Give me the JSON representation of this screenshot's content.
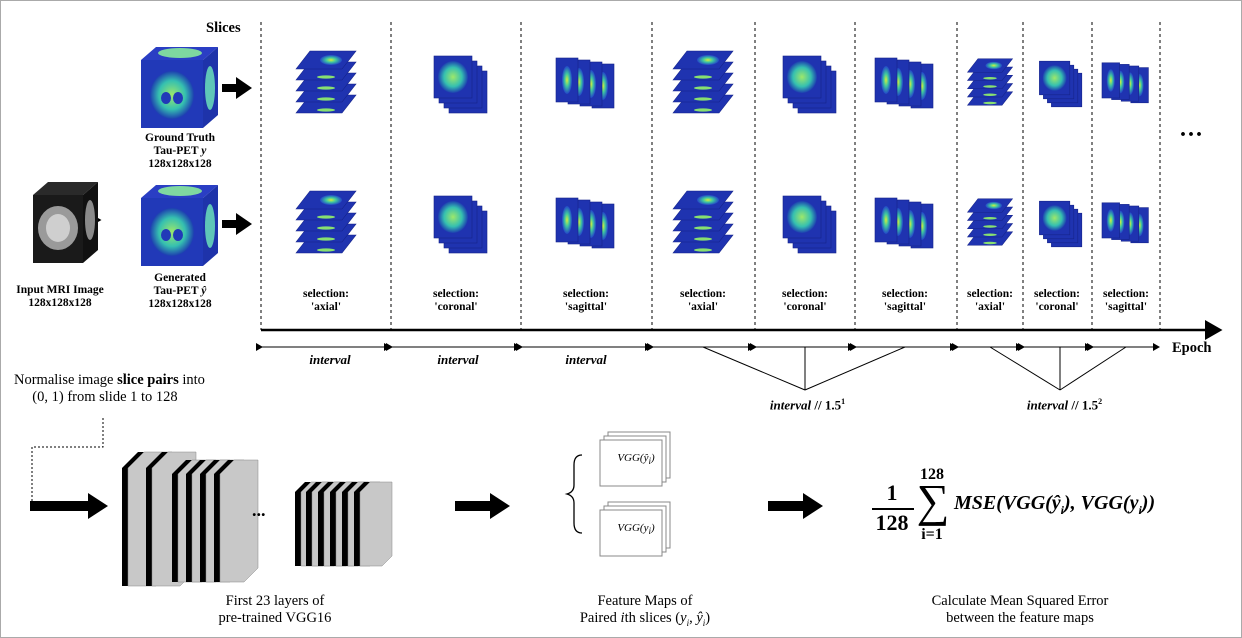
{
  "title_slices": "Slices",
  "ellipsis": "...",
  "ellipsis_layers": "...",
  "gt": {
    "line1": "Ground Truth",
    "line2": "Tau-PET",
    "var": "y",
    "size": "128x128x128"
  },
  "gen": {
    "line1": "Generated",
    "line2": "Tau-PET",
    "var": "ŷ",
    "size": "128x128x128"
  },
  "input": {
    "line1": "Input MRI Image",
    "size": "128x128x128"
  },
  "selection_label": "selection:",
  "selections": [
    "'axial'",
    "'coronal'",
    "'sagittal'",
    "'axial'",
    "'coronal'",
    "'sagittal'",
    "'axial'",
    "'coronal'",
    "'sagittal'"
  ],
  "interval_label": "interval",
  "interval_div1": "interval",
  "interval_div1_suffix": "// 1.5",
  "interval_div1_exp": "1",
  "interval_div2": "interval",
  "interval_div2_suffix": "// 1.5",
  "interval_div2_exp": "2",
  "epoch": "Epoch",
  "normalise": {
    "pre": "Normalise image ",
    "bold": "slice pairs",
    "post": " into",
    "line2": "(0, 1) from slide 1 to 128"
  },
  "vgg_caption": {
    "line1": "First 23 layers of",
    "line2": "pre-trained VGG16"
  },
  "fm_caption": {
    "line1": "Feature Maps of",
    "line2_pre": "Paired ",
    "line2_ital": "i",
    "line2_post": "th slices (",
    "pair": "y",
    "pair2": "ŷ",
    "close": ")"
  },
  "fm_boxes": {
    "top": "VGG(ŷ",
    "top_sub": "i",
    "bottom": "VGG(y",
    "bottom_sub": "i",
    "close": ")"
  },
  "loss": {
    "num": "1",
    "den": "128",
    "sum_top": "128",
    "sum_bottom": "i=1",
    "body": "MSE(VGG(ŷ",
    "mid": "), VGG(y",
    "end": "))",
    "sub": "i"
  },
  "loss_caption": {
    "line1": "Calculate Mean Squared Error",
    "line2": "between the feature maps"
  }
}
